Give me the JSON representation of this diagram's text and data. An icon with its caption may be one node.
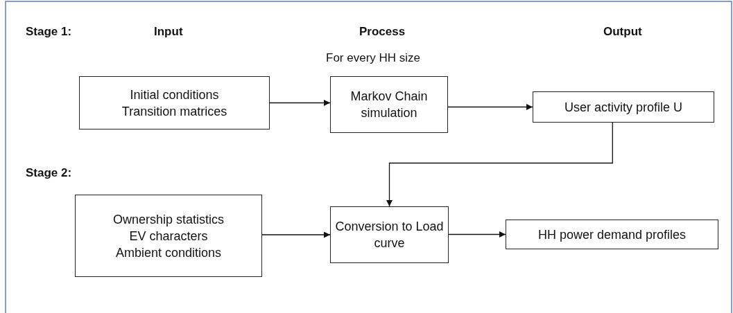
{
  "diagram": {
    "nodes": [
      {
        "text": [
          "Initial conditions",
          "Transition matrices"
        ]
      },
      {
        "text": [
          "Markov Chain simulation"
        ],
        "beside": [
          "For every HH size"
        ]
      },
      {
        "text": [
          "User activity profile U"
        ]
      },
      {
        "text": [
          "Ownership statistics",
          "EV characters",
          "Ambient conditions"
        ]
      },
      {
        "text": [
          "Conversion to Load curve"
        ]
      },
      {
        "text": [
          "HH power demand profiles"
        ]
      }
    ],
    "edges": [
      {
        "from": 0,
        "to": 1,
        "arrow": "to"
      },
      {
        "from": 1,
        "to": 2,
        "arrow": "to"
      },
      {
        "from": 2,
        "to": 4,
        "arrow": "to"
      },
      {
        "from": 3,
        "to": 4,
        "arrow": "to"
      },
      {
        "from": 4,
        "to": 5,
        "arrow": "to"
      }
    ],
    "labels": [
      "Stage 1:",
      "Input",
      "Process",
      "Output",
      "Stage 2:"
    ]
  }
}
